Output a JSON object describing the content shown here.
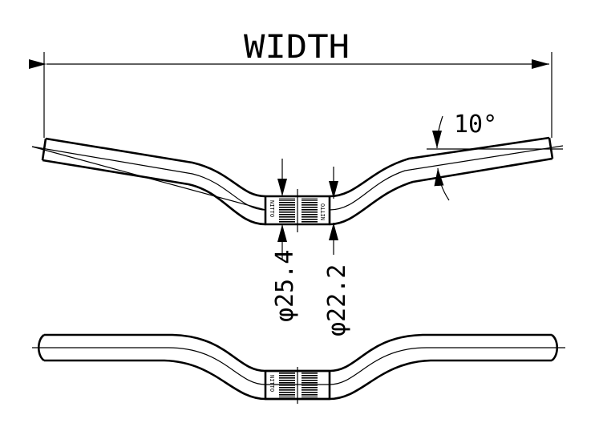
{
  "drawing": {
    "width_label": "WIDTH",
    "angle_label": "10°",
    "clamp_diameter_label": "φ25.4",
    "grip_diameter_label": "φ22.2",
    "clamp_marking": "NITTO",
    "line_color": "#000000",
    "background_color": "#ffffff"
  }
}
